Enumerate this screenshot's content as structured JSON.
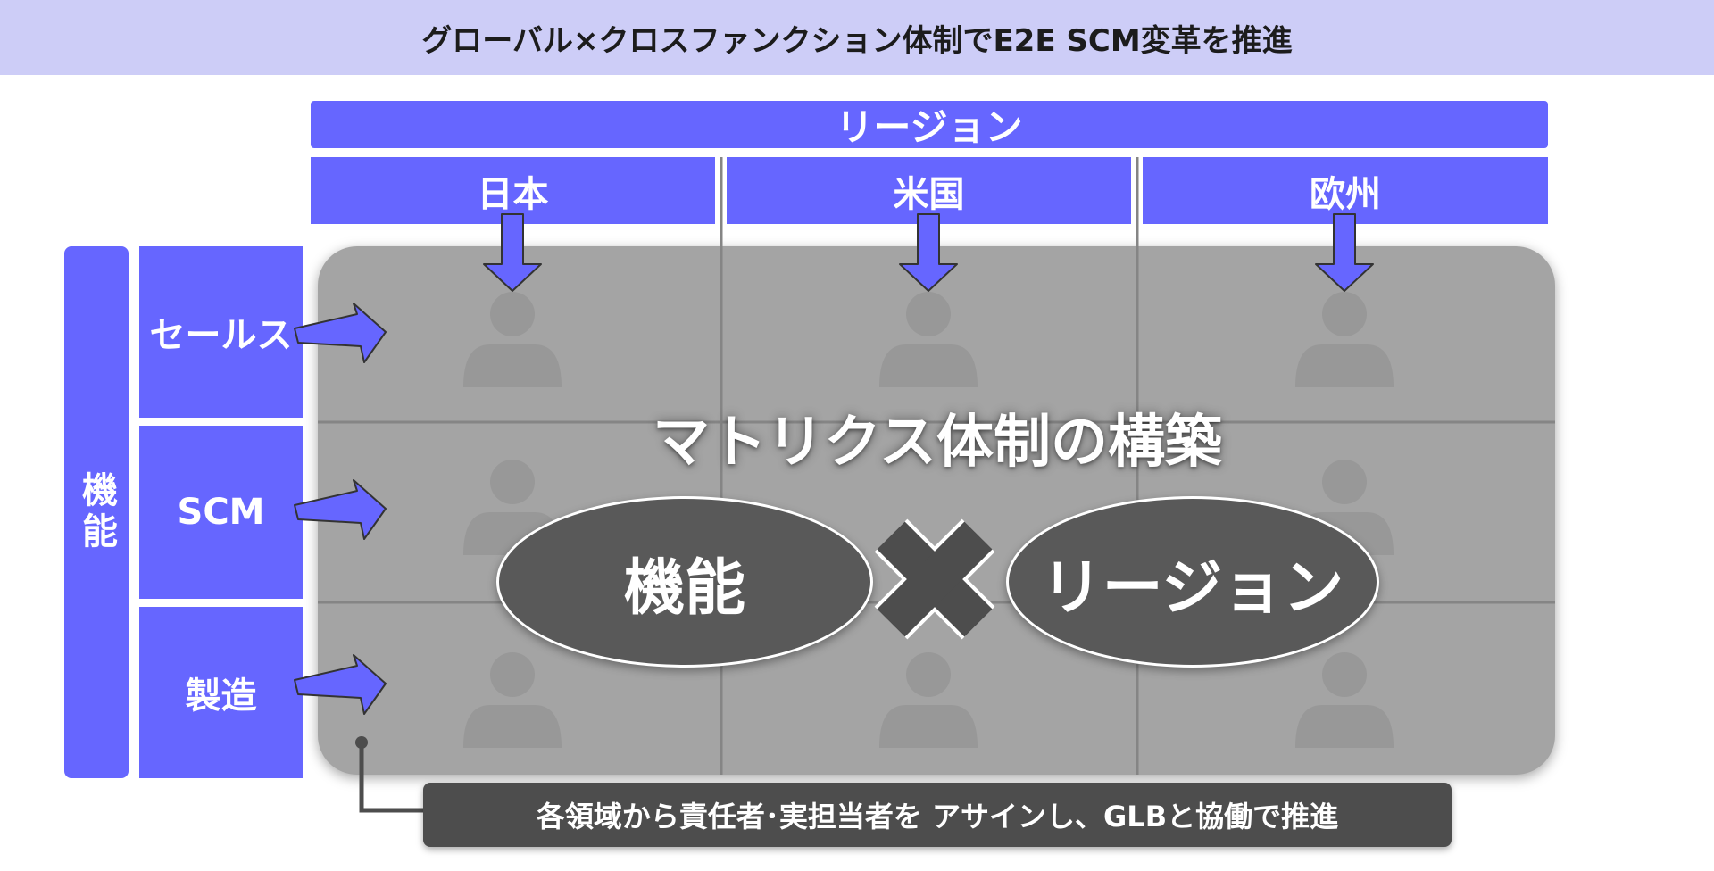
{
  "title": "グローバル×クロスファンクション体制でE2E SCM変革を推進",
  "region": {
    "header": "リージョン",
    "cells": [
      "日本",
      "米国",
      "欧州"
    ]
  },
  "function": {
    "header": "機能",
    "cells": [
      "セールス",
      "SCM",
      "製造"
    ]
  },
  "matrix": {
    "title": "マトリクス体制の構築",
    "left_ellipse": "機能",
    "right_ellipse": "リージョン",
    "cross_symbol": "×"
  },
  "note": "各領域から責任者･実担当者を アサインし、GLBと協働で推進",
  "icons": {
    "person": "person-silhouette-icon",
    "arrow": "block-arrow-icon"
  },
  "colors": {
    "accent": "#6666ff",
    "title_bg": "#cdcdf7",
    "matrix_bg": "#a4a4a4",
    "dark": "#595959"
  }
}
